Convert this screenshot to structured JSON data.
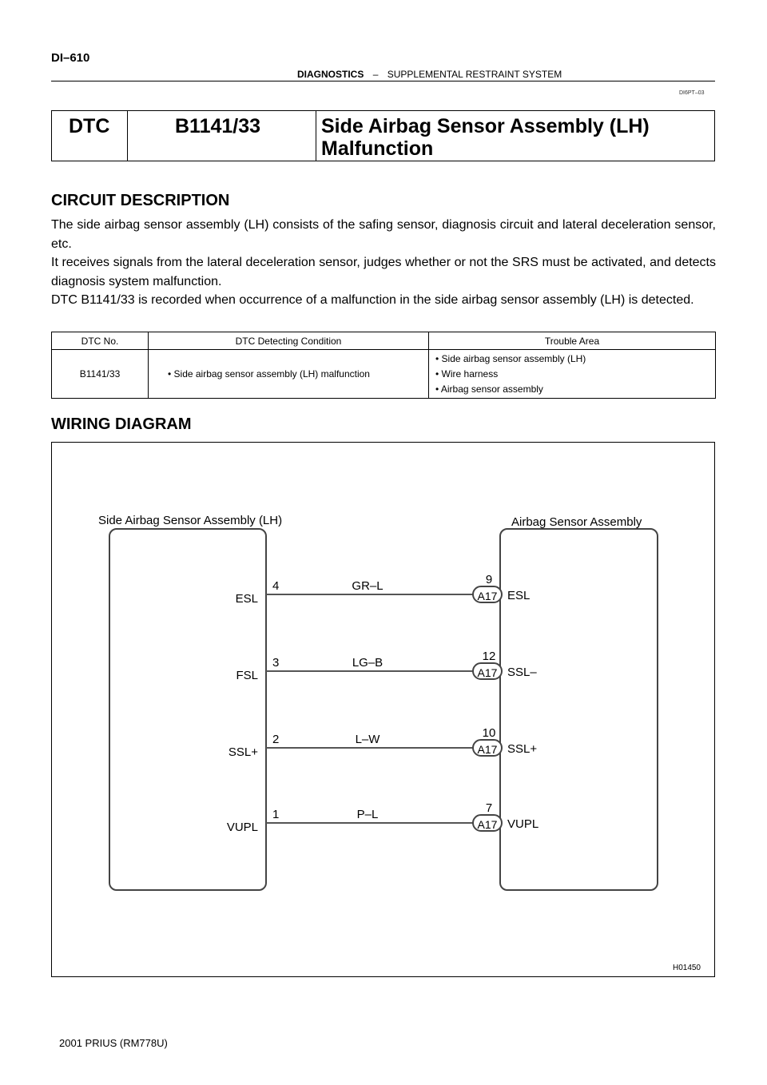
{
  "header": {
    "page_code": "DI–610",
    "section": "DIAGNOSTICS",
    "separator": "–",
    "subsection": "SUPPLEMENTAL RESTRAINT SYSTEM",
    "doc_id": "DI6PT–03"
  },
  "title": {
    "label": "DTC",
    "code": "B1141/33",
    "text_line1": "Side Airbag Sensor Assembly (LH)",
    "text_line2": "Malfunction"
  },
  "circuit_description": {
    "heading": "CIRCUIT DESCRIPTION",
    "paragraphs": [
      "The side airbag sensor assembly (LH) consists of the safing sensor, diagnosis circuit and lateral deceleration sensor, etc.",
      "It receives signals from the lateral deceleration sensor, judges whether or not the SRS must be activated, and detects diagnosis system malfunction.",
      "DTC B1141/33 is recorded when occurrence of a malfunction in the side airbag sensor assembly (LH) is detected."
    ]
  },
  "dtc_table": {
    "headers": [
      "DTC No.",
      "DTC Detecting Condition",
      "Trouble Area"
    ],
    "row": {
      "dtc_no": "B1141/33",
      "condition": "• Side airbag sensor assembly (LH) malfunction",
      "trouble_areas": [
        "• Side airbag sensor assembly (LH)",
        "• Wire harness",
        "• Airbag sensor assembly"
      ]
    }
  },
  "wiring_diagram": {
    "heading": "WIRING DIAGRAM",
    "left_component": "Side Airbag Sensor Assembly (LH)",
    "right_component": "Airbag Sensor Assembly",
    "figure_id": "H01450",
    "wires": [
      {
        "left_label": "ESL",
        "left_pin": "4",
        "color": "GR–L",
        "right_pin": "9",
        "connector": "A17",
        "right_label": "ESL"
      },
      {
        "left_label": "FSL",
        "left_pin": "3",
        "color": "LG–B",
        "right_pin": "12",
        "connector": "A17",
        "right_label": "SSL–"
      },
      {
        "left_label": "SSL+",
        "left_pin": "2",
        "color": "L–W",
        "right_pin": "10",
        "connector": "A17",
        "right_label": "SSL+"
      },
      {
        "left_label": "VUPL",
        "left_pin": "1",
        "color": "P–L",
        "right_pin": "7",
        "connector": "A17",
        "right_label": "VUPL"
      }
    ]
  },
  "footer": {
    "text": "2001 PRIUS   (RM778U)"
  }
}
